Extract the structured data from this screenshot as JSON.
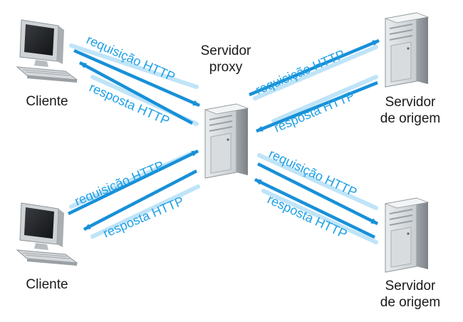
{
  "nodes": {
    "client_top": "Cliente",
    "client_bottom": "Cliente",
    "proxy_line1": "Servidor",
    "proxy_line2": "proxy",
    "origin_top_line1": "Servidor",
    "origin_top_line2": "de origem",
    "origin_bottom_line1": "Servidor",
    "origin_bottom_line2": "de origem"
  },
  "arrows": {
    "request": "requisição HTTP",
    "response": "resposta HTTP"
  },
  "colors": {
    "arrow": "#1890d8",
    "label": "#1ea0e6",
    "arrow_light": "#bfe4f8"
  },
  "icons": {
    "client": "computer-monitor-icon",
    "server": "server-tower-icon"
  }
}
